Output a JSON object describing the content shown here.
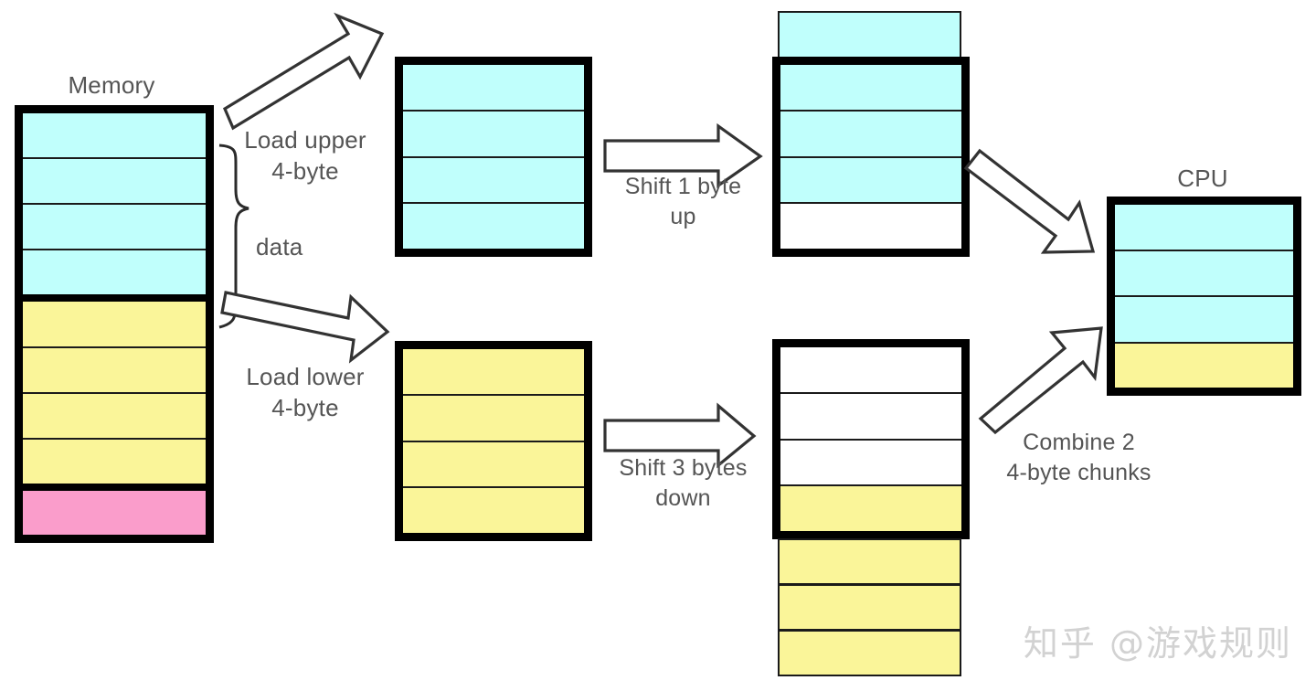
{
  "diagram": {
    "title_memory": "Memory",
    "title_cpu": "CPU",
    "labels": {
      "load_upper": "Load upper\n4-byte",
      "load_lower": "Load lower\n4-byte",
      "data": "data",
      "shift_up": "Shift 1 byte\nup",
      "shift_down": "Shift 3 bytes\ndown",
      "combine": "Combine 2\n4-byte chunks"
    },
    "colors": {
      "cyan": "#c0fffc",
      "yellow": "#faf599",
      "pink": "#fa9dcb",
      "white": "#ffffff",
      "outline": "#000000",
      "text": "#555555",
      "watermark": "#d2d2d2"
    },
    "blocks": {
      "memory": {
        "name": "Memory",
        "cells": [
          "cyan",
          "cyan",
          "cyan",
          "cyan",
          "yellow",
          "yellow",
          "yellow",
          "yellow",
          "pink"
        ]
      },
      "upper_loaded": {
        "name": "Upper 4-byte chunk loaded",
        "cells": [
          "cyan",
          "cyan",
          "cyan",
          "cyan"
        ]
      },
      "lower_loaded": {
        "name": "Lower 4-byte chunk loaded",
        "cells": [
          "yellow",
          "yellow",
          "yellow",
          "yellow"
        ]
      },
      "upper_shifted": {
        "name": "Upper chunk shifted 1 byte up",
        "overflow_above": [
          "cyan"
        ],
        "cells": [
          "cyan",
          "cyan",
          "cyan",
          "white"
        ]
      },
      "lower_shifted": {
        "name": "Lower chunk shifted 3 bytes down",
        "cells": [
          "white",
          "white",
          "white",
          "yellow"
        ],
        "overflow_below": [
          "yellow",
          "yellow",
          "yellow"
        ]
      },
      "cpu": {
        "name": "CPU register",
        "cells": [
          "cyan",
          "cyan",
          "cyan",
          "yellow"
        ]
      }
    },
    "arrows": [
      {
        "name": "load-upper-arrow",
        "direction": "up-right"
      },
      {
        "name": "load-lower-arrow",
        "direction": "down-right"
      },
      {
        "name": "shift-up-arrow",
        "direction": "right"
      },
      {
        "name": "shift-down-arrow",
        "direction": "right"
      },
      {
        "name": "combine-upper-arrow",
        "direction": "down-right"
      },
      {
        "name": "combine-lower-arrow",
        "direction": "up-right"
      }
    ]
  },
  "watermark": {
    "text": "知乎 @游戏规则"
  }
}
